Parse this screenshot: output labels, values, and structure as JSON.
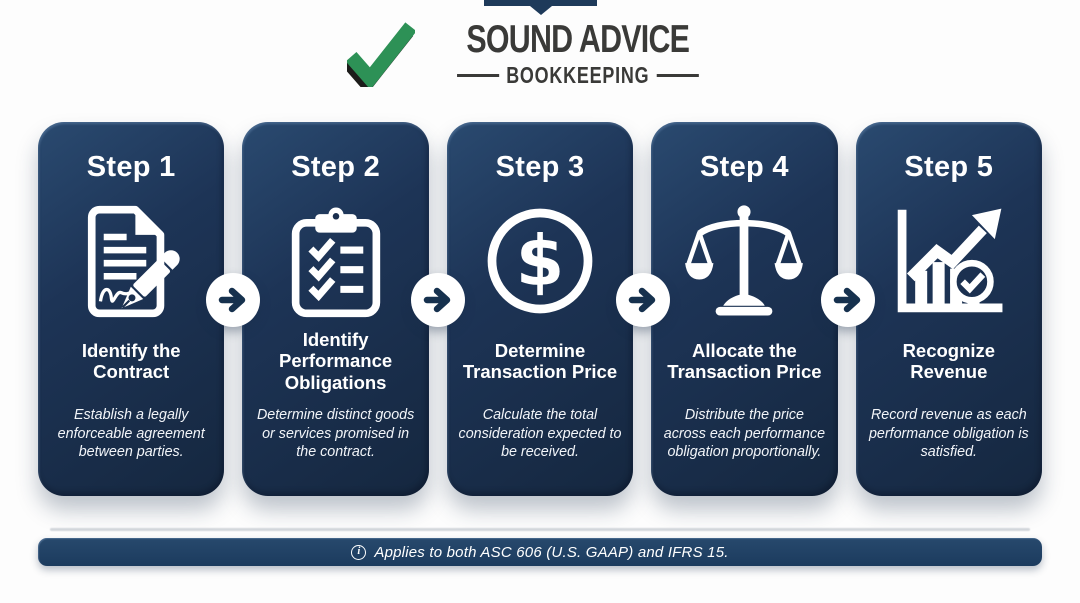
{
  "logo": {
    "line1": "SOUND ADVICE",
    "line2": "BOOKKEEPING",
    "check_color": "#2d9156",
    "text_color": "#3a3a38"
  },
  "steps": [
    {
      "step_label": "Step 1",
      "icon": "contract-signature-pen-icon",
      "title_lines": [
        "Identify the",
        "Contract"
      ],
      "description": "Establish a legally enforceable agreement between parties."
    },
    {
      "step_label": "Step 2",
      "icon": "clipboard-checklist-icon",
      "title_lines": [
        "Identify",
        "Performance",
        "Obligations"
      ],
      "description": "Determine distinct goods or services promised in the contract."
    },
    {
      "step_label": "Step 3",
      "icon": "dollar-circle-icon",
      "icon_symbol": "$",
      "title_lines": [
        "Determine",
        "Transaction Price"
      ],
      "description": "Calculate the total consideration expected to be received."
    },
    {
      "step_label": "Step 4",
      "icon": "balance-scale-icon",
      "title_lines": [
        "Allocate the",
        "Transaction Price"
      ],
      "description": "Distribute the price across each performance obligation proportionally."
    },
    {
      "step_label": "Step 5",
      "icon": "growth-chart-check-icon",
      "title_lines": [
        "Recognize",
        "Revenue"
      ],
      "description": "Record revenue as each performance obligation is satisfied."
    }
  ],
  "arrows": {
    "direction": "right",
    "count": 4
  },
  "footer": {
    "info_symbol": "i",
    "note": "Applies to both ASC 606 (U.S. GAAP) and IFRS 15."
  },
  "colors": {
    "card_navy": "#1d3456",
    "footer_navy": "#204064",
    "arrow_navy": "#16314e",
    "background": "#fdfdfd"
  }
}
